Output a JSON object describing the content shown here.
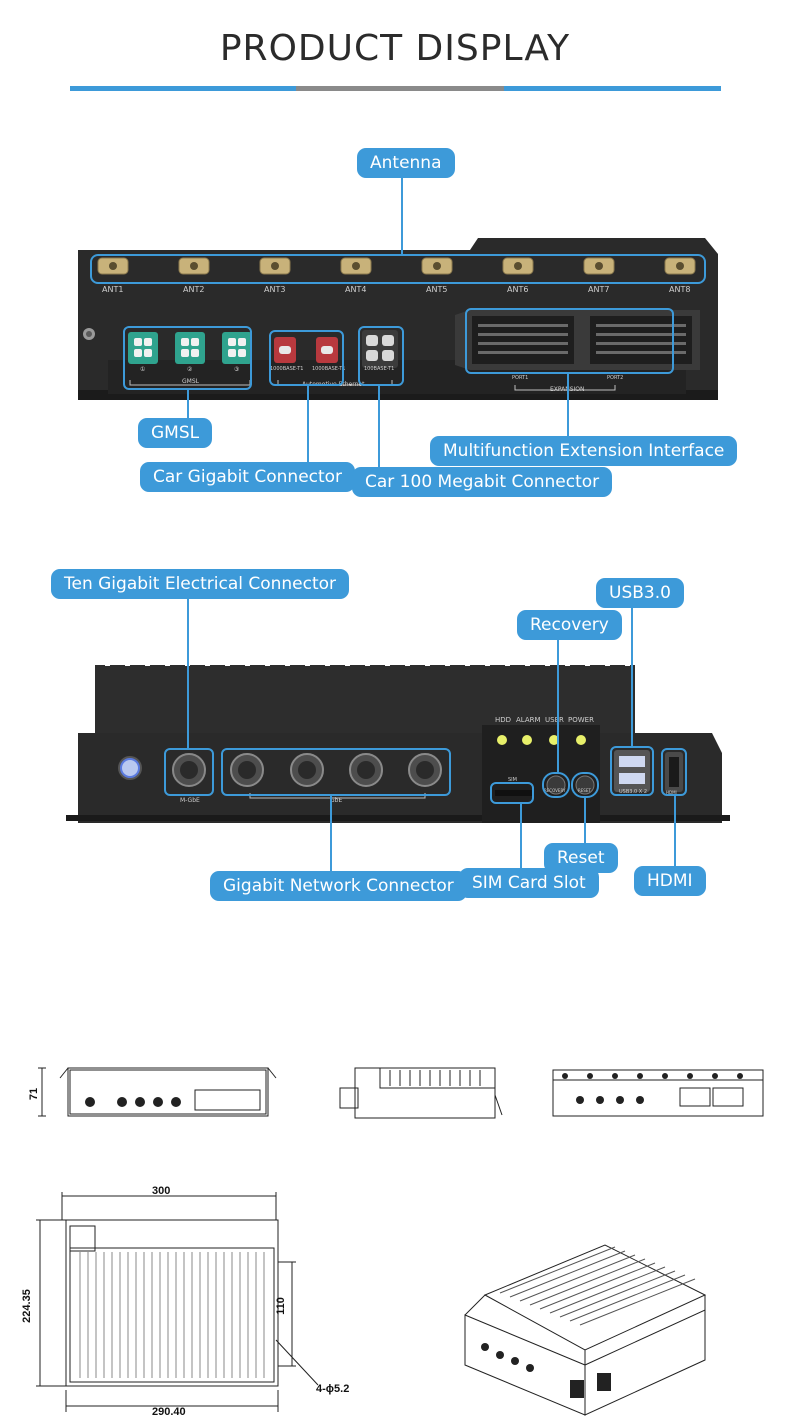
{
  "header": {
    "title": "PRODUCT DISPLAY"
  },
  "colors": {
    "accent": "#3d9ad9",
    "divider_grey": "#8a8a8a",
    "device": "#2a2a2a"
  },
  "device1": {
    "antenna_ports": [
      "ANT1",
      "ANT2",
      "ANT3",
      "ANT4",
      "ANT5",
      "ANT6",
      "ANT7",
      "ANT8"
    ],
    "silk_gmsl": "GMSL",
    "silk_gmsl_nums": [
      "①",
      "②",
      "③"
    ],
    "silk_eth_1000": "1000BASE-T1",
    "silk_eth_1000b": "1000BASE-T1",
    "silk_eth_100": "100BASE-T1",
    "silk_auto_eth": "Automotive Ethernet",
    "silk_port1": "PORT1",
    "silk_port2": "PORT2",
    "silk_expansion": "EXPANSION",
    "labels": {
      "antenna": "Antenna",
      "gmsl": "GMSL",
      "car_gigabit": "Car Gigabit Connector",
      "car_100m": "Car 100 Megabit Connector",
      "multifunction": "Multifunction Extension Interface"
    }
  },
  "device2": {
    "led_labels": [
      "HDD",
      "ALARM",
      "USER",
      "POWER"
    ],
    "silk_10g": "M-GbE",
    "silk_gbe": "GbE",
    "silk_sim": "SIM",
    "silk_recovery": "RECOVERY",
    "silk_reset": "RESET",
    "silk_usb": "USB3.0 X 2",
    "silk_hdmi": "HDMI",
    "labels": {
      "ten_gigabit": "Ten Gigabit Electrical Connector",
      "recovery": "Recovery",
      "usb": "USB3.0",
      "reset": "Reset",
      "gigabit_network": "Gigabit Network Connector",
      "sim": "SIM Card Slot",
      "hdmi": "HDMI"
    }
  },
  "drawings": {
    "front_height": "71",
    "top_width": "300",
    "top_depth": "224.35",
    "mount_spacing": "110",
    "bottom_width": "290.40",
    "holes": "4-ϕ5.2"
  }
}
